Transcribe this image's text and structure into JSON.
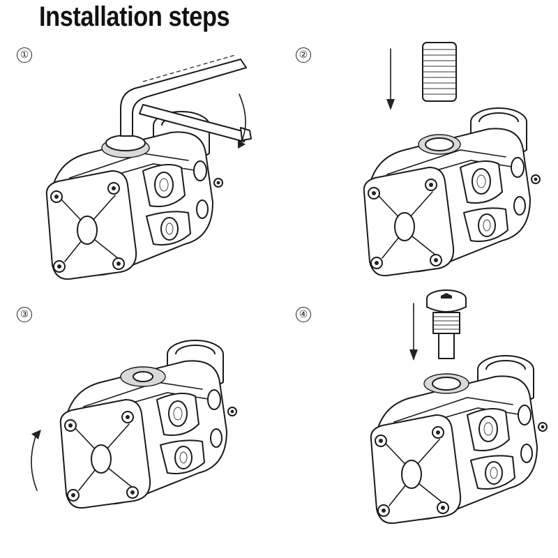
{
  "page": {
    "title": "Installation steps"
  },
  "steps": [
    {
      "number": "①",
      "action": "tighten-with-hex-key"
    },
    {
      "number": "②",
      "action": "insert-threaded-insert"
    },
    {
      "number": "③",
      "action": "rotate-stem"
    },
    {
      "number": "④",
      "action": "screw-in-top-cap"
    }
  ],
  "icons": {
    "tool": "hex-key-icon",
    "insert": "threaded-insert-icon",
    "cap": "top-cap-bolt-icon",
    "down_arrow": "arrow-down-icon",
    "rotate_arrow": "curved-arrow-icon"
  },
  "colors": {
    "line": "#1a1a1a",
    "background": "#ffffff"
  }
}
